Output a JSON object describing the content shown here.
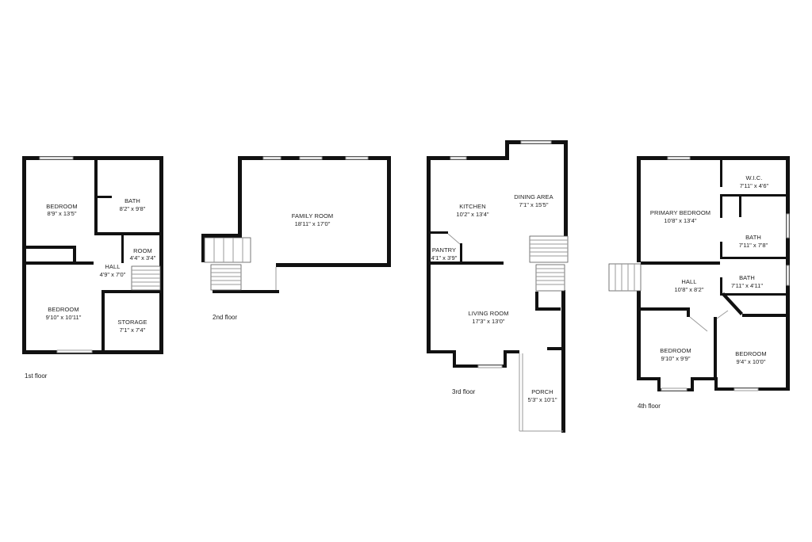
{
  "floors": [
    {
      "label": "1st floor",
      "rooms": [
        {
          "name": "BEDROOM",
          "dims": "8'9\" x 13'5\""
        },
        {
          "name": "BATH",
          "dims": "8'2\" x 9'8\""
        },
        {
          "name": "ROOM",
          "dims": "4'4\" x 3'4\""
        },
        {
          "name": "HALL",
          "dims": "4'9\" x 7'0\""
        },
        {
          "name": "BEDROOM",
          "dims": "9'10\" x 10'11\""
        },
        {
          "name": "STORAGE",
          "dims": "7'1\" x 7'4\""
        }
      ]
    },
    {
      "label": "2nd floor",
      "rooms": [
        {
          "name": "FAMILY ROOM",
          "dims": "18'11\" x 17'0\""
        }
      ]
    },
    {
      "label": "3rd floor",
      "rooms": [
        {
          "name": "KITCHEN",
          "dims": "10'2\" x 13'4\""
        },
        {
          "name": "DINING AREA",
          "dims": "7'1\" x 15'5\""
        },
        {
          "name": "PANTRY",
          "dims": "4'1\" x 3'9\""
        },
        {
          "name": "LIVING ROOM",
          "dims": "17'3\" x 13'0\""
        },
        {
          "name": "PORCH",
          "dims": "5'3\" x 10'1\""
        }
      ]
    },
    {
      "label": "4th floor",
      "rooms": [
        {
          "name": "W.I.C.",
          "dims": "7'11\" x 4'6\""
        },
        {
          "name": "PRIMARY BEDROOM",
          "dims": "10'8\" x 13'4\""
        },
        {
          "name": "BATH",
          "dims": "7'11\" x 7'8\""
        },
        {
          "name": "HALL",
          "dims": "10'8\" x 8'2\""
        },
        {
          "name": "BATH",
          "dims": "7'11\" x 4'11\""
        },
        {
          "name": "BEDROOM",
          "dims": "9'10\" x 9'9\""
        },
        {
          "name": "BEDROOM",
          "dims": "9'4\" x 10'0\""
        }
      ]
    }
  ]
}
